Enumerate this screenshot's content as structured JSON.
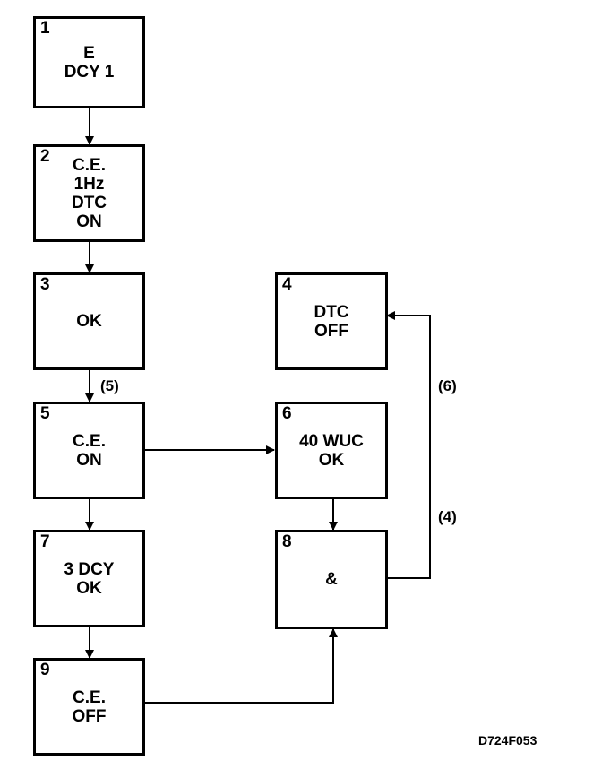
{
  "blocks": [
    {
      "num": "1",
      "text": "E\nDCY 1"
    },
    {
      "num": "2",
      "text": "C.E.\n1Hz\nDTC\nON"
    },
    {
      "num": "3",
      "text": "OK"
    },
    {
      "num": "4",
      "text": "DTC\nOFF"
    },
    {
      "num": "5",
      "text": "C.E.\nON"
    },
    {
      "num": "6",
      "text": "40 WUC\nOK"
    },
    {
      "num": "7",
      "text": "3 DCY\nOK"
    },
    {
      "num": "8",
      "text": "&"
    },
    {
      "num": "9",
      "text": "C.E.\nOFF"
    }
  ],
  "edge_labels": {
    "between_3_5": "(5)",
    "path_8_to_4": "(6)",
    "path_8_to_4_lower": "(4)"
  },
  "figure_id": "D724F053"
}
